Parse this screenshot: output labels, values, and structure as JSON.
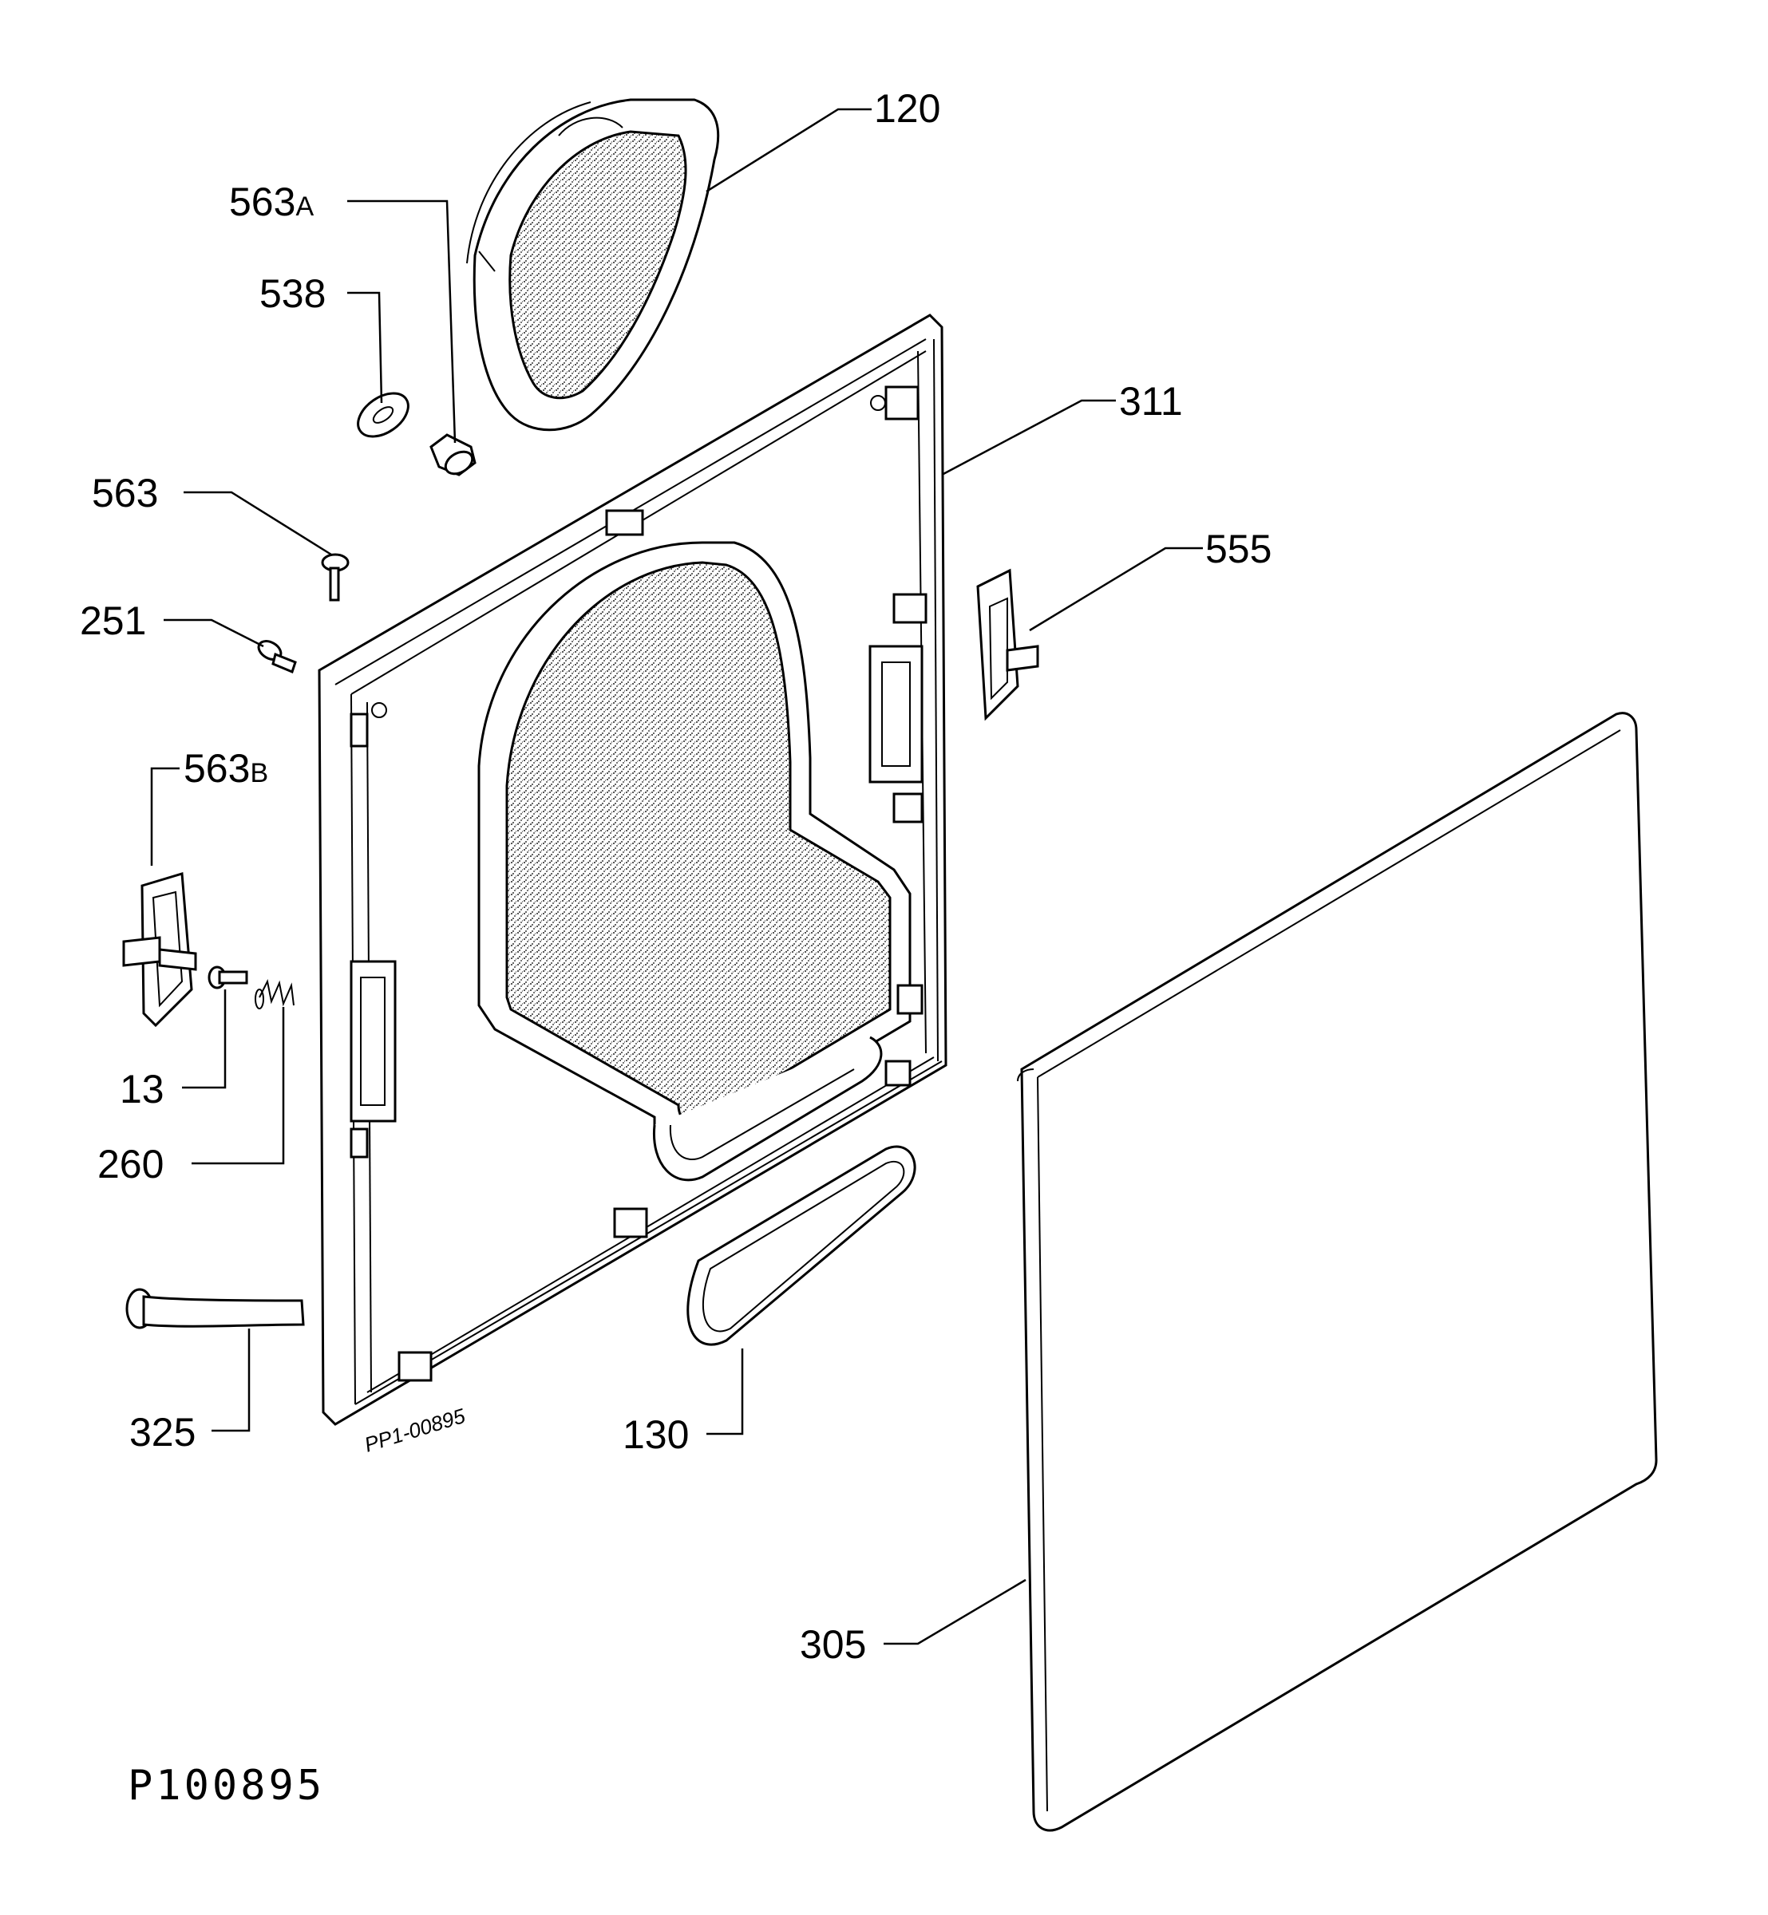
{
  "drawing_id": "P100895",
  "stamp": "PP1-00895",
  "callouts": {
    "c120": "120",
    "c563a_num": "563",
    "c563a_suf": "A",
    "c538": "538",
    "c311": "311",
    "c563": "563",
    "c555": "555",
    "c251": "251",
    "c563b_num": "563",
    "c563b_suf": "B",
    "c13": "13",
    "c260": "260",
    "c325": "325",
    "c130": "130",
    "c305": "305"
  }
}
